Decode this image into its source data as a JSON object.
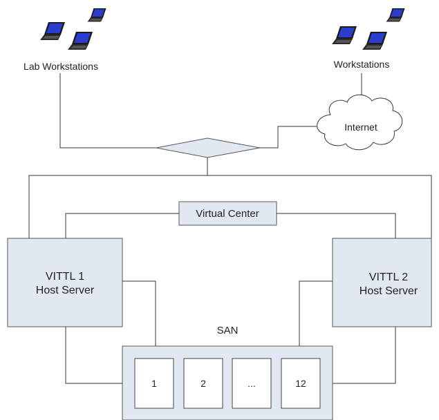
{
  "labels": {
    "lab_workstations": "Lab Workstations",
    "workstations": "Workstations",
    "internet": "Internet",
    "virtual_center": "Virtual Center",
    "server1_line1": "VITTL 1",
    "server1_line2": "Host Server",
    "server2_line1": "VITTL 2",
    "server2_line2": "Host Server",
    "san": "SAN"
  },
  "disks": [
    "1",
    "2",
    "...",
    "12"
  ],
  "colors": {
    "box_fill": "#e2e8f2",
    "box_stroke": "#555555",
    "line": "#333333",
    "laptop_screen": "#2b3ccf",
    "laptop_body": "#1b1b1b"
  },
  "icons": [
    "laptop-icon",
    "cloud-icon",
    "switch-icon"
  ]
}
